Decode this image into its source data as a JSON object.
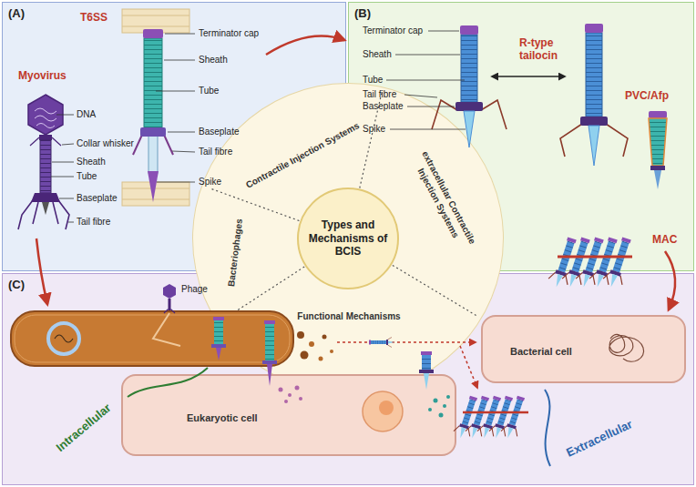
{
  "diagram": {
    "nodes": [
      {
        "text": [
          "(A)"
        ]
      },
      {
        "text": [
          "(B)"
        ]
      },
      {
        "text": [
          "Contractile Injection Systems",
          "extracellular Contractile Injection Systems",
          "Bacteriophages",
          "Functional Mechanisms"
        ]
      },
      {
        "text": [
          "Types and Mechanisms of BCIS"
        ],
        "in": 2
      },
      {
        "text": [
          "(C)"
        ]
      },
      {
        "text": [
          "Eukaryotic cell"
        ],
        "in": 4
      },
      {
        "text": [
          "Bacterial cell"
        ],
        "in": 4
      }
    ],
    "labels": [
      "T6SS",
      "Terminator cap",
      "Sheath",
      "Tube",
      "Baseplate",
      "Tail fibre",
      "Spike",
      "Myovirus",
      "DNA",
      "Collar whisker",
      "Sheath",
      "Tube",
      "Baseplate",
      "Tail fibre",
      "Terminator cap",
      "Sheath",
      "Tube",
      "Tail fibre",
      "Baseplate",
      "Spike",
      "R-type tailocin",
      "PVC/Afp",
      "MAC",
      "Phage",
      "Intracellular",
      "Extracellular"
    ]
  }
}
